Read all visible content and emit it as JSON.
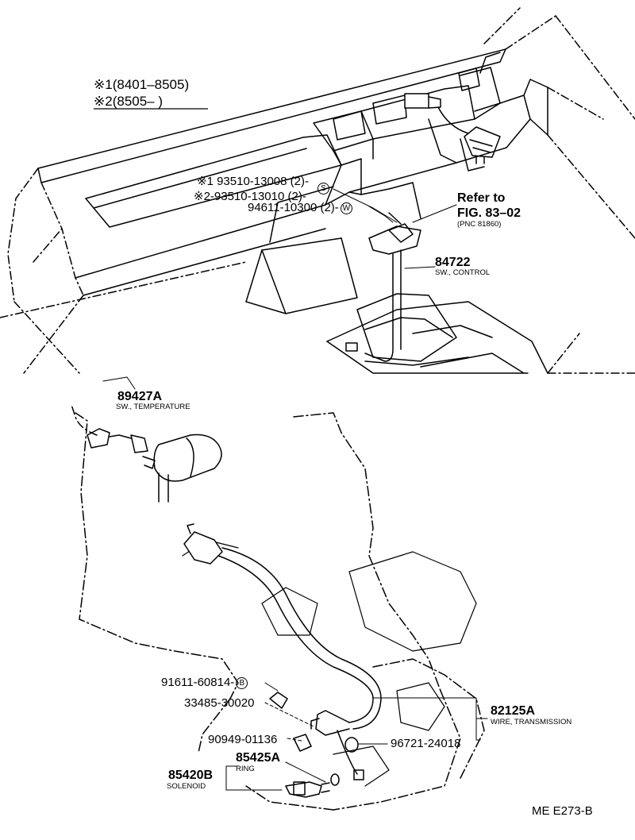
{
  "legend": {
    "line1": "※1(8401–8505)",
    "line2": "※2(8505–      )"
  },
  "labels": {
    "p1_part": "※1 93510-13008 (2)-",
    "p1_badge": "S",
    "p2_part": "※2-93510-13010 (2)-",
    "p3_part": "94611-10300 (2)-",
    "p3_badge": "W",
    "refer_line1": "Refer to",
    "refer_line2": "FIG. 83–02",
    "refer_pnc": "(PNC 81860)",
    "sw_control_num": "84722",
    "sw_control_name": "SW., CONTROL",
    "temp_num": "89427A",
    "temp_name": "SW., TEMPERATURE",
    "p91611": "91611-60814-",
    "p91611_badge": "B",
    "p33485": "33485-30020",
    "p90949": "90949-01136",
    "ring_num": "85425A",
    "ring_name": "RING",
    "solenoid_num": "85420B",
    "solenoid_name": "SOLENOID",
    "wire_num": "82125A",
    "wire_name": "WIRE, TRANSMISSION",
    "p96721": "96721-24018",
    "code": "ME E273-B"
  }
}
